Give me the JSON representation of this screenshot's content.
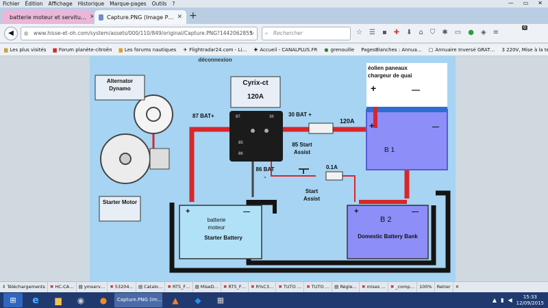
{
  "menu": [
    "Fichier",
    "Édition",
    "Affichage",
    "Historique",
    "Marque-pages",
    "Outils",
    "?"
  ],
  "window_controls": [
    "—",
    "▭",
    "✕"
  ],
  "tabs": [
    {
      "label": "batterie moteur et servitu…",
      "active": false
    },
    {
      "label": "Capture.PNG (Image P…",
      "active": true
    }
  ],
  "new_tab": "+",
  "url": "www.hisse-et-oh.com/system/assets/000/110/849/original/Capture.PNG?1442062855",
  "search_placeholder": "Rechercher",
  "badge": "0",
  "bookmarks": [
    "Les plus visités",
    "Forum planète-citroën",
    "Les forums nautiques",
    "Flightradar24.com - Li…",
    "Accueil - CANALPLUS.FR",
    "grenouille",
    "PagesBlanches : Annua…",
    "Annuaire Inversé GRAT…",
    "3 220V, Mise à la terre …"
  ],
  "diagram": {
    "top_cut": "déconnexion",
    "alternator": "Alternator Dynamo",
    "starter": "Starter Motor",
    "cyrix_title": "Cyrix-ct",
    "cyrix_current": "120A",
    "bat87": "87 BAT+",
    "bat30": "30 BAT +",
    "fuse_big": "120A",
    "t87": "87",
    "t30": "30",
    "t85": "85",
    "t86": "86",
    "start85": "85 Start Assist",
    "bat86": "86 BAT -",
    "fuse_small": "0.1A",
    "start_assist": "Start Assist",
    "eolien": "éolien paneaux chargeur de quai",
    "b1": "B 1",
    "b2": "B 2",
    "domestic": "Domestic Battery Bank",
    "batterie": "batterie moteur",
    "starter_battery": "Starter Battery",
    "plus": "+",
    "minus": "—"
  },
  "downloads_label": "Téléchargements",
  "downloads": [
    "HC-CA…",
    "ymserv…",
    "53204…",
    "Catalo…",
    "RT5_F…",
    "MiseD…",
    "RT5_F…",
    "R%C3…",
    "TUTO …",
    "TUTO …",
    "Règle…",
    "mises …",
    "_comp…"
  ],
  "zoom": "100%",
  "retry": "Retrer",
  "taskbar_app": "Capture.PNG (Im…",
  "clock_time": "15:33",
  "clock_date": "12/09/2015"
}
